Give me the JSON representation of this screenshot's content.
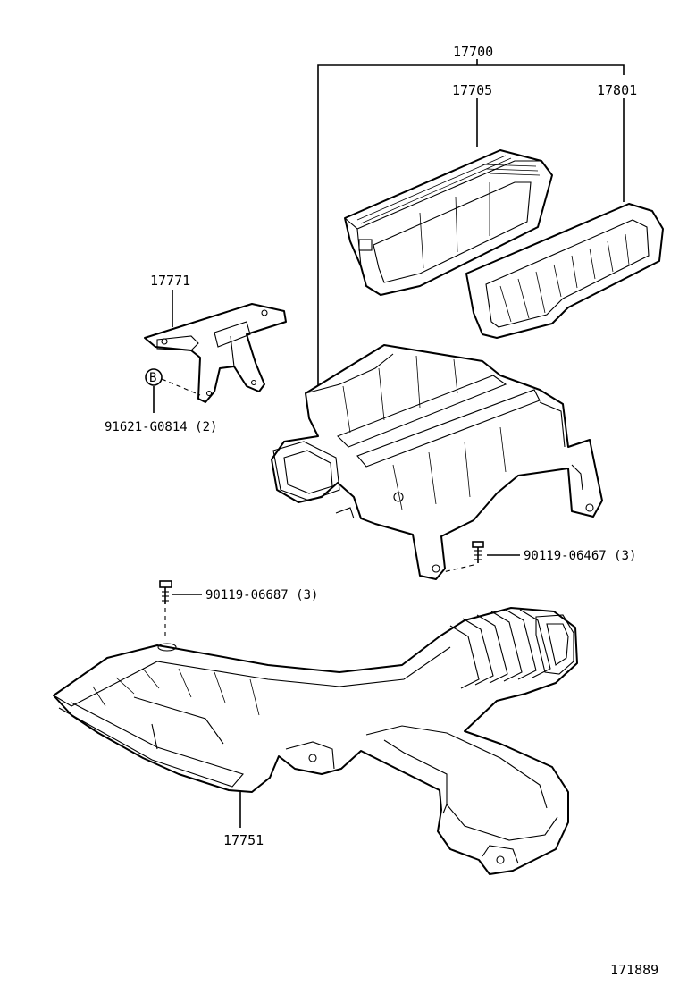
{
  "diagram": {
    "figure_number": "171889",
    "callouts": {
      "assembly": "17700",
      "cap": "17705",
      "filter": "17801",
      "bracket": "17771",
      "bracket_bolt": "91621-G0814 (2)",
      "bolt_marker": "B",
      "case_bolt": "90119-06467 (3)",
      "inlet_bolt": "90119-06687 (3)",
      "inlet_duct": "17751"
    },
    "icons": {
      "bolt": "bolt-icon",
      "bolt_marker": "circled-letter-icon"
    }
  }
}
